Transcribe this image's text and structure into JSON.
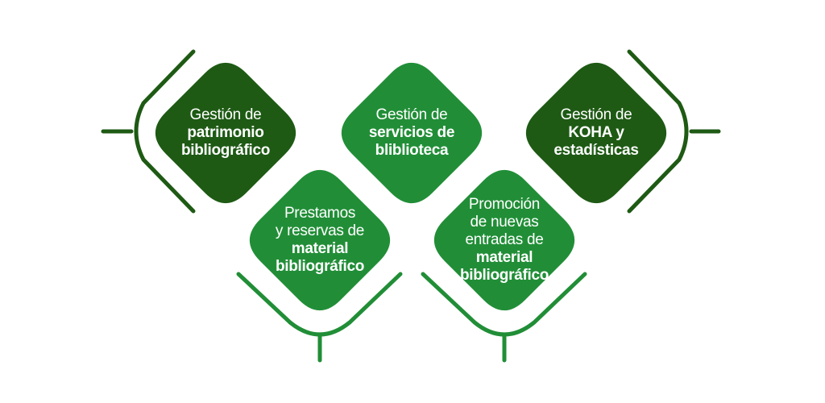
{
  "colors": {
    "dark_green": "#1E5A14",
    "bright_green": "#218E37",
    "text": "#FFFFFF"
  },
  "cards": [
    {
      "light": [
        "Gestión de"
      ],
      "bold": [
        "patrimonio",
        "bibliográfico"
      ],
      "color": "#1E5A14"
    },
    {
      "light": [
        "Gestión de"
      ],
      "bold": [
        "servicios de",
        "bliblioteca"
      ],
      "color": "#218E37"
    },
    {
      "light": [
        "Gestión de"
      ],
      "bold": [
        "KOHA y",
        "estadísticas"
      ],
      "color": "#1E5A14"
    },
    {
      "light": [
        "Prestamos",
        "y reservas de"
      ],
      "bold": [
        "material",
        "bibliográfico"
      ],
      "color": "#218E37"
    },
    {
      "light": [
        "Promoción",
        "de nuevas",
        "entradas de"
      ],
      "bold": [
        "material",
        "bibliográfico"
      ],
      "color": "#218E37"
    }
  ]
}
